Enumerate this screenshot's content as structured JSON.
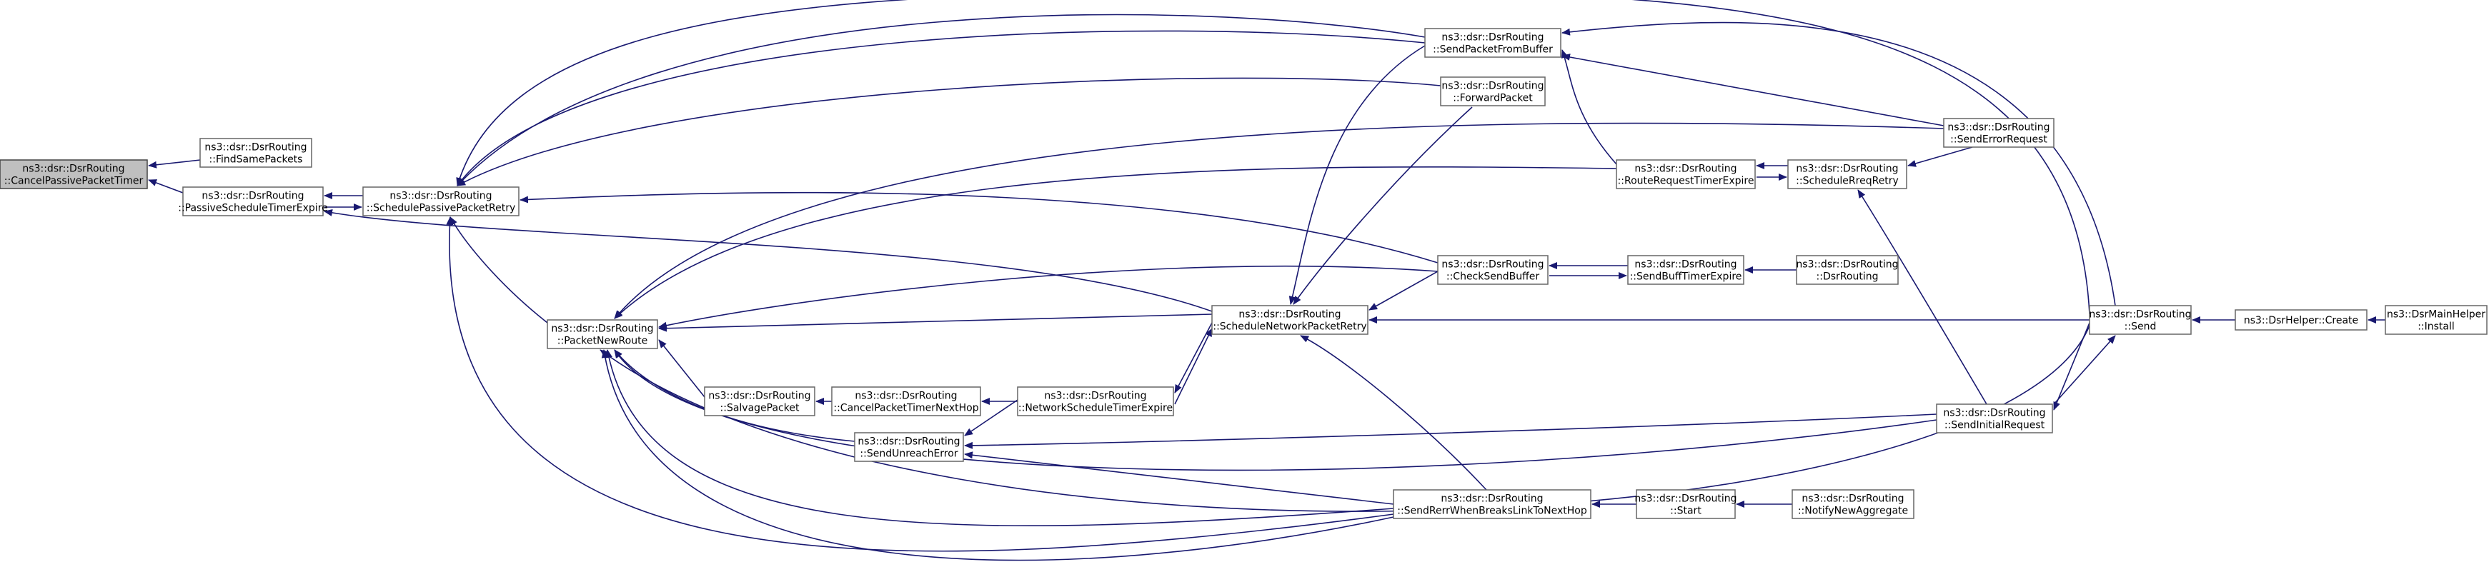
{
  "nodes": [
    {
      "id": "root",
      "lines": [
        "ns3::dsr::DsrRouting",
        "::CancelPassivePacketTimer"
      ],
      "root": true
    },
    {
      "id": "findSame",
      "lines": [
        "ns3::dsr::DsrRouting",
        "::FindSamePackets"
      ]
    },
    {
      "id": "passiveSched",
      "lines": [
        "ns3::dsr::DsrRouting",
        "::PassiveScheduleTimerExpire"
      ]
    },
    {
      "id": "schedPassive",
      "lines": [
        "ns3::dsr::DsrRouting",
        "::SchedulePassivePacketRetry"
      ]
    },
    {
      "id": "packetNewRoute",
      "lines": [
        "ns3::dsr::DsrRouting",
        "::PacketNewRoute"
      ]
    },
    {
      "id": "salvage",
      "lines": [
        "ns3::dsr::DsrRouting",
        "::SalvagePacket"
      ]
    },
    {
      "id": "cancelTimerNextHop",
      "lines": [
        "ns3::dsr::DsrRouting",
        "::CancelPacketTimerNextHop"
      ]
    },
    {
      "id": "sendUnreach",
      "lines": [
        "ns3::dsr::DsrRouting",
        "::SendUnreachError"
      ]
    },
    {
      "id": "networkSched",
      "lines": [
        "ns3::dsr::DsrRouting",
        "::NetworkScheduleTimerExpire"
      ]
    },
    {
      "id": "schedNetwork",
      "lines": [
        "ns3::dsr::DsrRouting",
        "::ScheduleNetworkPacketRetry"
      ]
    },
    {
      "id": "sendFromBuffer",
      "lines": [
        "ns3::dsr::DsrRouting",
        "::SendPacketFromBuffer"
      ]
    },
    {
      "id": "forward",
      "lines": [
        "ns3::dsr::DsrRouting",
        "::ForwardPacket"
      ]
    },
    {
      "id": "checkSendBuffer",
      "lines": [
        "ns3::dsr::DsrRouting",
        "::CheckSendBuffer"
      ]
    },
    {
      "id": "sendRerr",
      "lines": [
        "ns3::dsr::DsrRouting",
        "::SendRerrWhenBreaksLinkToNextHop"
      ]
    },
    {
      "id": "routeReqExpire",
      "lines": [
        "ns3::dsr::DsrRouting",
        "::RouteRequestTimerExpire"
      ]
    },
    {
      "id": "sendBuffExpire",
      "lines": [
        "ns3::dsr::DsrRouting",
        "::SendBuffTimerExpire"
      ]
    },
    {
      "id": "start",
      "lines": [
        "ns3::dsr::DsrRouting",
        "::Start"
      ]
    },
    {
      "id": "sendErrorReq",
      "lines": [
        "ns3::dsr::DsrRouting",
        "::SendErrorRequest"
      ]
    },
    {
      "id": "schedRreq",
      "lines": [
        "ns3::dsr::DsrRouting",
        "::ScheduleRreqRetry"
      ]
    },
    {
      "id": "ctor",
      "lines": [
        "ns3::dsr::DsrRouting",
        "::DsrRouting"
      ]
    },
    {
      "id": "sendInitial",
      "lines": [
        "ns3::dsr::DsrRouting",
        "::SendInitialRequest"
      ]
    },
    {
      "id": "notifyAgg",
      "lines": [
        "ns3::dsr::DsrRouting",
        "::NotifyNewAggregate"
      ]
    },
    {
      "id": "send",
      "lines": [
        "ns3::dsr::DsrRouting",
        "::Send"
      ]
    },
    {
      "id": "helperCreate",
      "lines": [
        "ns3::DsrHelper::Create"
      ]
    },
    {
      "id": "mainHelperInstall",
      "lines": [
        "ns3::DsrMainHelper",
        "::Install"
      ]
    }
  ]
}
